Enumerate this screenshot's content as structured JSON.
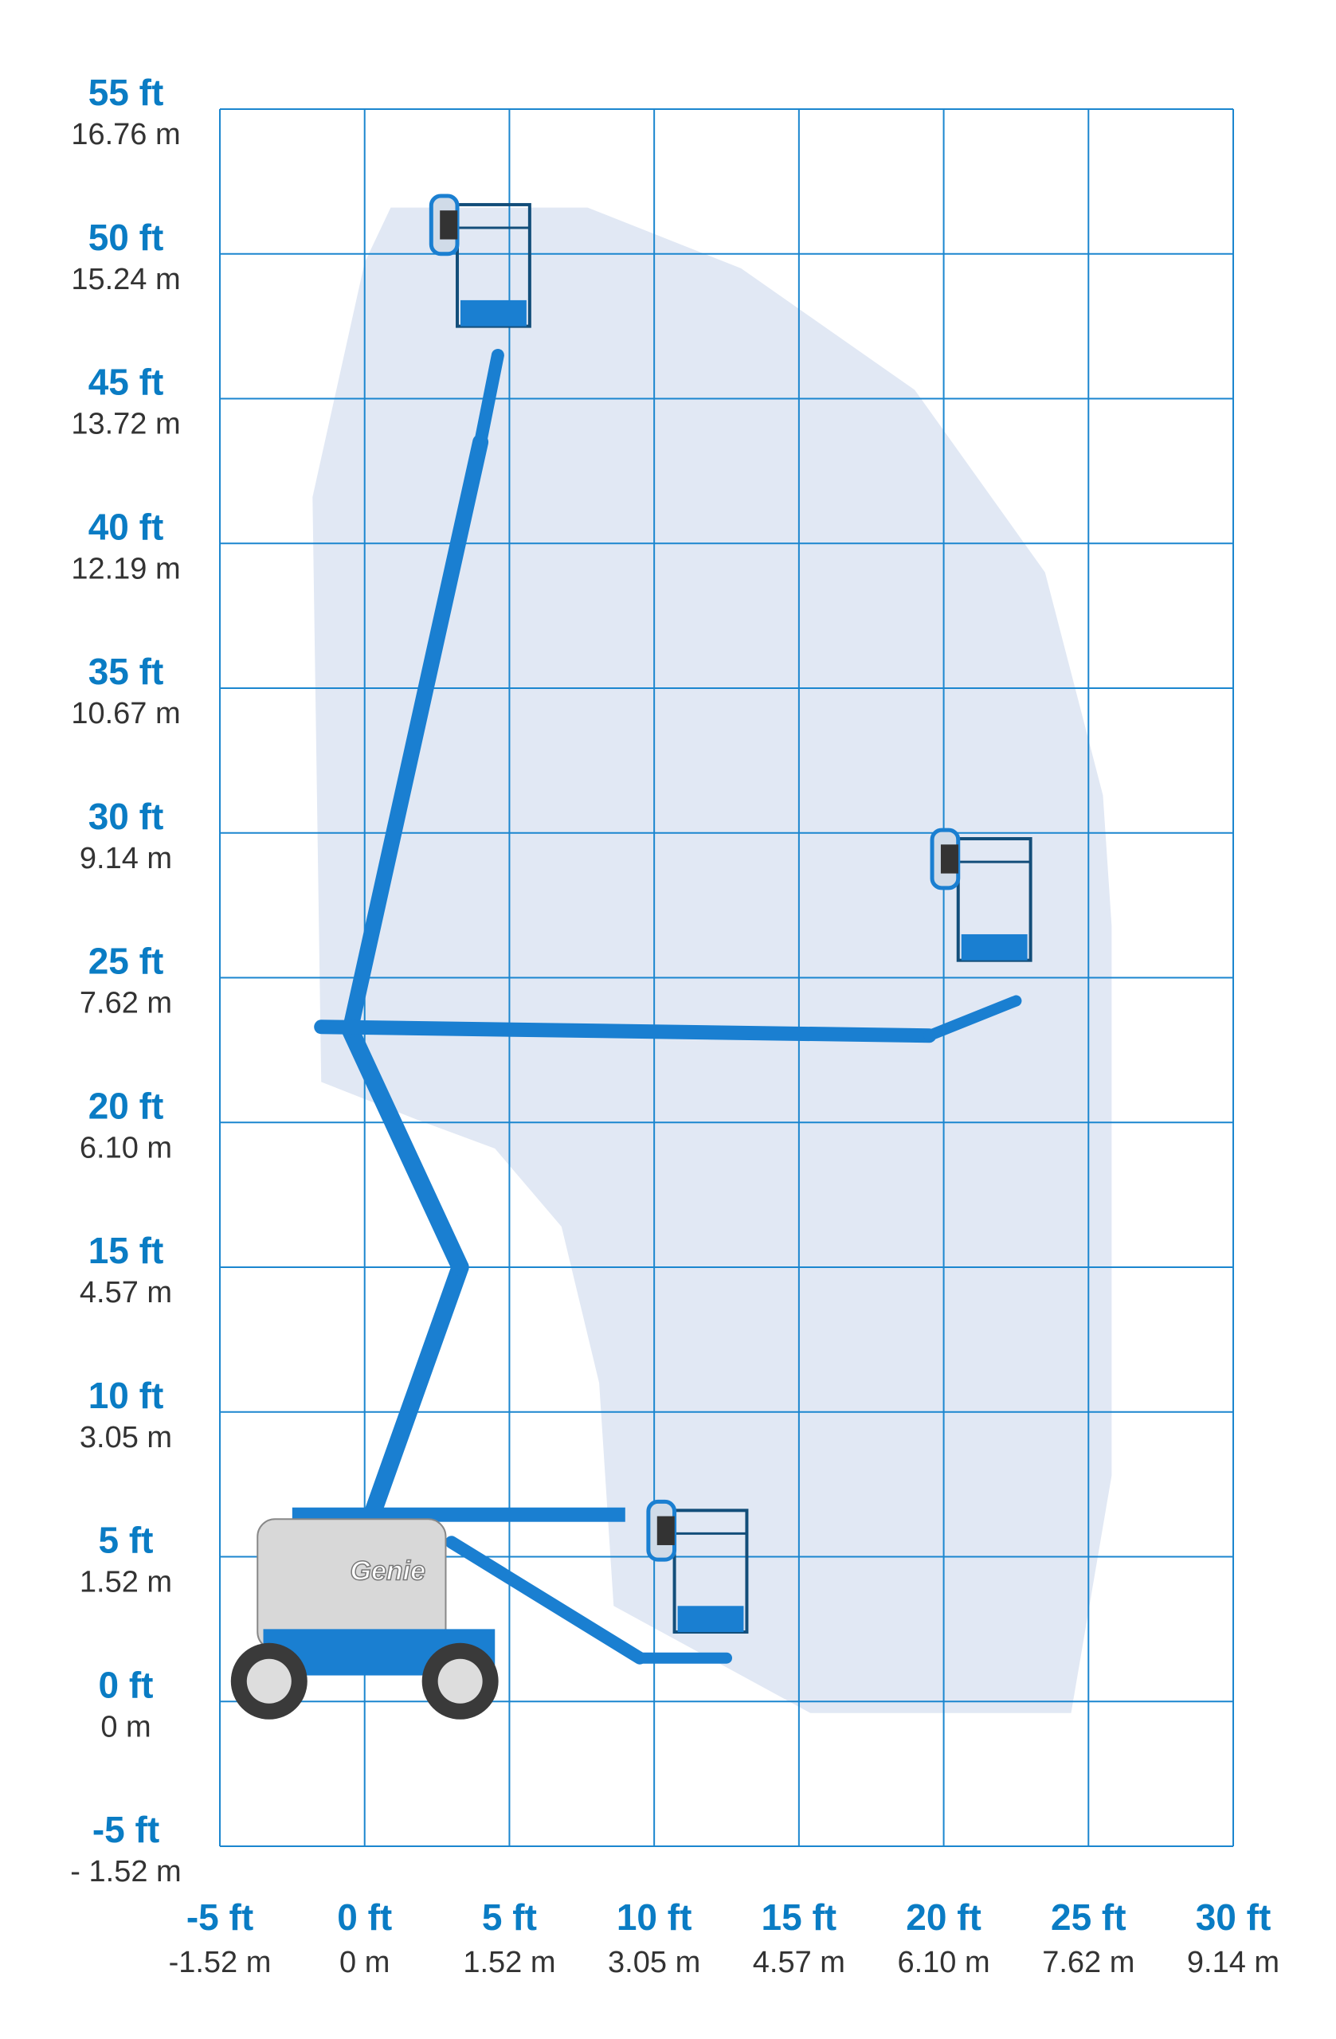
{
  "colors": {
    "grid": "#1b86cf",
    "label_ft": "#0a7cc4",
    "label_m": "#333333",
    "envelope": "#e1e8f4",
    "machine": "#1a7fd1",
    "chassis": "#d8d8d8"
  },
  "chart_data": {
    "type": "working-range",
    "xlim": [
      -5,
      30
    ],
    "ylim": [
      -5,
      55
    ],
    "x_ticks": [
      {
        "ft": "-5 ft",
        "m": "-1.52 m",
        "value": -5
      },
      {
        "ft": "0 ft",
        "m": "0 m",
        "value": 0
      },
      {
        "ft": "5 ft",
        "m": "1.52 m",
        "value": 5
      },
      {
        "ft": "10 ft",
        "m": "3.05 m",
        "value": 10
      },
      {
        "ft": "15 ft",
        "m": "4.57 m",
        "value": 15
      },
      {
        "ft": "20 ft",
        "m": "6.10 m",
        "value": 20
      },
      {
        "ft": "25 ft",
        "m": "7.62 m",
        "value": 25
      },
      {
        "ft": "30 ft",
        "m": "9.14 m",
        "value": 30
      }
    ],
    "y_ticks": [
      {
        "ft": "55 ft",
        "m": "16.76 m",
        "value": 55
      },
      {
        "ft": "50 ft",
        "m": "15.24 m",
        "value": 50
      },
      {
        "ft": "45 ft",
        "m": "13.72 m",
        "value": 45
      },
      {
        "ft": "40 ft",
        "m": "12.19 m",
        "value": 40
      },
      {
        "ft": "35 ft",
        "m": "10.67 m",
        "value": 35
      },
      {
        "ft": "30 ft",
        "m": "9.14 m",
        "value": 30
      },
      {
        "ft": "25 ft",
        "m": "7.62 m",
        "value": 25
      },
      {
        "ft": "20 ft",
        "m": "6.10 m",
        "value": 20
      },
      {
        "ft": "15 ft",
        "m": "4.57 m",
        "value": 15
      },
      {
        "ft": "10 ft",
        "m": "3.05 m",
        "value": 10
      },
      {
        "ft": "5 ft",
        "m": "1.52 m",
        "value": 5
      },
      {
        "ft": "0 ft",
        "m": "0 m",
        "value": 0
      },
      {
        "ft": "-5 ft",
        "m": "- 1.52 m",
        "value": -5
      }
    ],
    "envelope_ft": [
      [
        0.9,
        51.6
      ],
      [
        7.7,
        51.6
      ],
      [
        13,
        49.5
      ],
      [
        19,
        45.3
      ],
      [
        23.5,
        39
      ],
      [
        25.5,
        31.3
      ],
      [
        25.8,
        26.8
      ],
      [
        25.8,
        7.8
      ],
      [
        24.4,
        -0.4
      ],
      [
        15.4,
        -0.4
      ],
      [
        8.6,
        3.3
      ],
      [
        8.1,
        11
      ],
      [
        6.8,
        16.4
      ],
      [
        4.5,
        19.1
      ],
      [
        1.8,
        20.1
      ],
      [
        -1.5,
        21.4
      ],
      [
        -1.8,
        41.6
      ],
      [
        0,
        49.7
      ]
    ],
    "platform_positions_ft": [
      [
        4.3,
        48.5
      ],
      [
        21.5,
        27.5
      ],
      [
        12,
        2
      ]
    ]
  },
  "machine": {
    "brand": "Genie"
  }
}
